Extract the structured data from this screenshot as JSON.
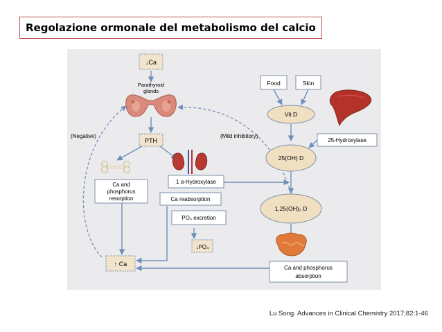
{
  "slide": {
    "title": "Regolazione ormonale del metabolismo del calcio",
    "citation": "Lu Song. Advances in Clinical Chemistry 2017;82:1-46"
  },
  "diagram": {
    "nodes": {
      "ca_low": "↓Ca",
      "parathyroid": [
        "Parathyroid",
        "glands"
      ],
      "pth": "PTH",
      "negative": "(Negative)",
      "mild_inhibitory": "(Mild inhibitory)",
      "food": "Food",
      "skin": "Skin",
      "vitd": "Vit D",
      "hydroxylase25": "25-Hydroxylase",
      "oh_d": "25(OH) D",
      "hydroxylase1a": "1 α-Hydroxylase",
      "oh2_d": "1,25(OH)₂ D",
      "ca_phos_resorption": [
        "Ca and",
        "phosphorus",
        "resorption"
      ],
      "ca_reabsorption": "Ca reabsorption",
      "po4_excretion": "PO₄ excretion",
      "po4_low": "↓PO₄",
      "ca_high": "↑ Ca",
      "ca_phos_absorption": [
        "Ca and phosphorus",
        "absorption"
      ]
    },
    "colors": {
      "arrow": "#6e8fb8",
      "box_fill": "#f2e4cc",
      "ellipse_fill": "#f1dfc2",
      "box_stroke": "#7d8fa8"
    },
    "icons": [
      "thyroid-gland-icon",
      "bone-icon",
      "kidney-icon",
      "liver-icon",
      "intestine-icon"
    ]
  }
}
